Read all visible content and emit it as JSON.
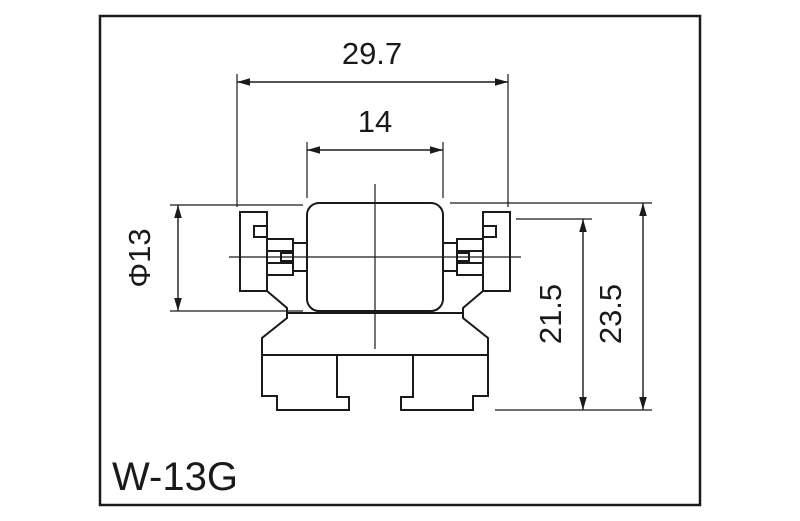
{
  "drawing": {
    "part_label": "W-13G",
    "dimensions": {
      "overall_width": "29.7",
      "roller_width": "14",
      "roller_diameter": "Φ13",
      "height_to_flange": "21.5",
      "height_overall": "23.5"
    },
    "colors": {
      "line": "#1a1a1a",
      "background": "#ffffff"
    }
  }
}
